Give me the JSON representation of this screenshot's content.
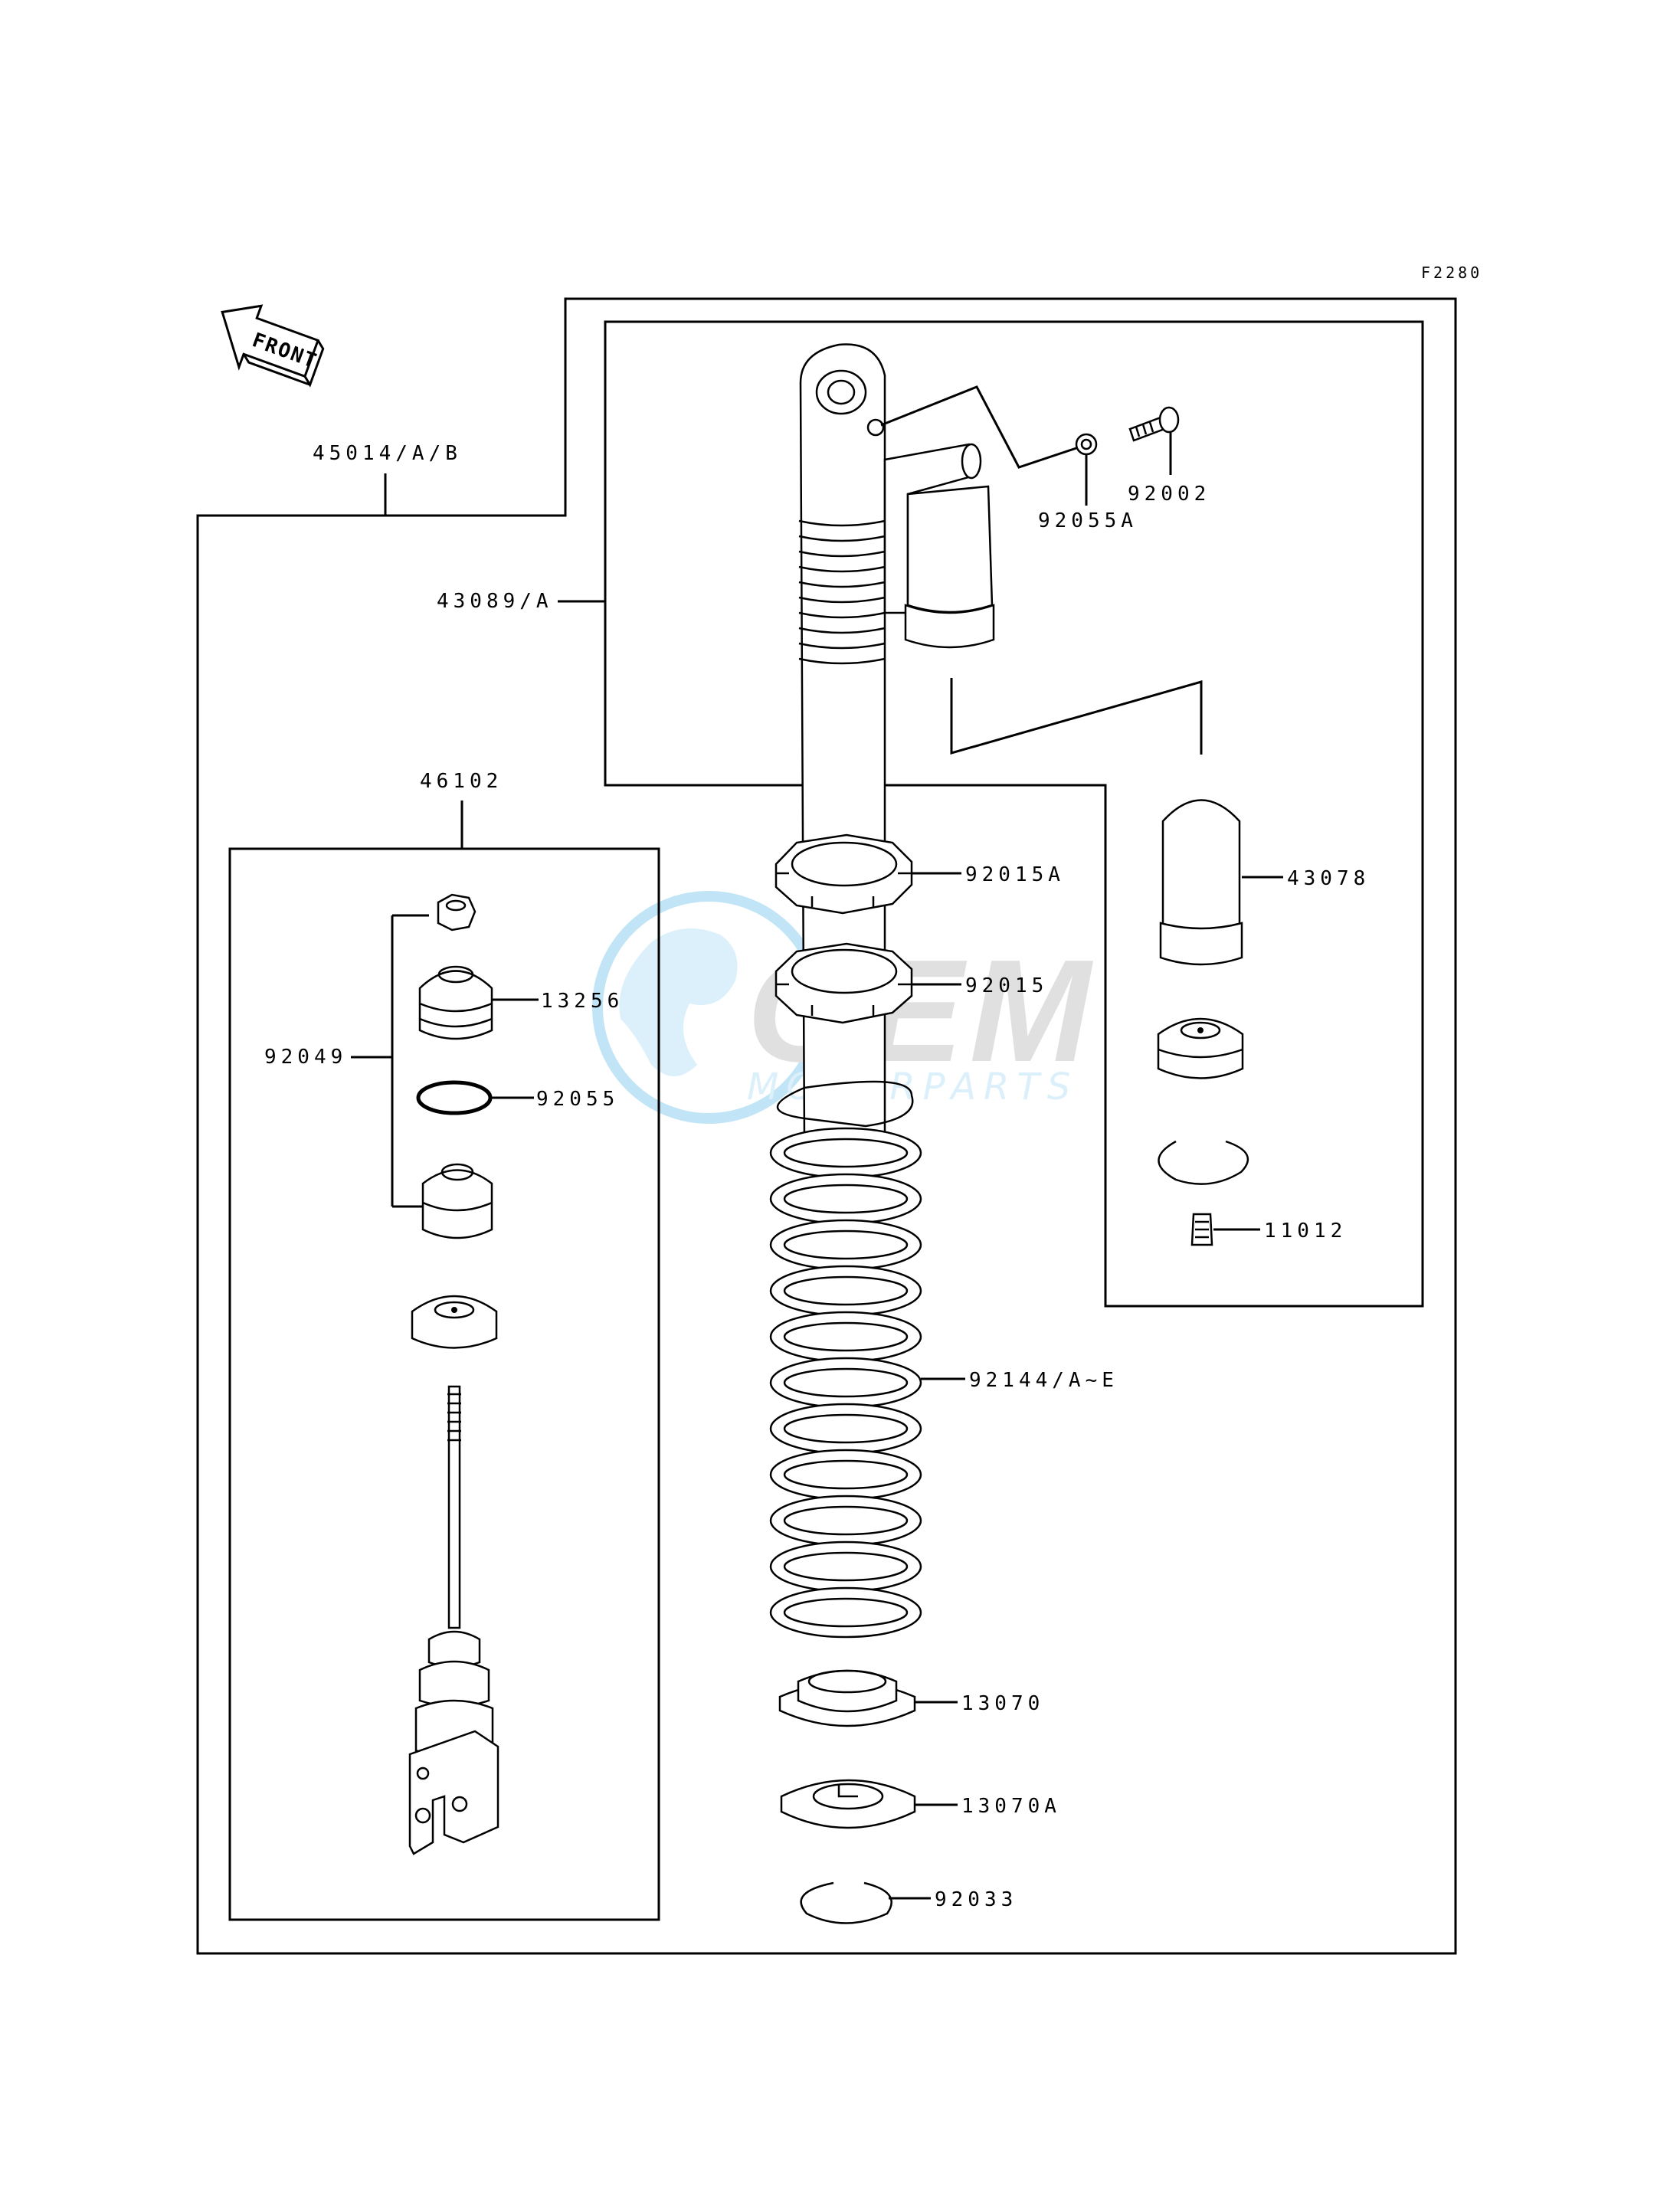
{
  "figure_code": "F2280",
  "front_arrow_label": "FRONT",
  "watermark": {
    "brand": "GEM",
    "subtitle": "MOTORPARTS",
    "color": "#8fd0ef"
  },
  "labels": {
    "assembly": "45014/A/B",
    "shock_body": "43089/A",
    "washer_92055A": "92055A",
    "bolt_92002": "92002",
    "rod_assembly": "46102",
    "bladder_43078": "43078",
    "valve_11012": "11012",
    "locknut_92015A": "92015A",
    "nut_92015": "92015",
    "seal_13256": "13256",
    "kit_92049": "92049",
    "oring_92055": "92055",
    "spring_92144": "92144/A~E",
    "guide_13070": "13070",
    "guide_13070A": "13070A",
    "circlip_92033": "92033"
  }
}
